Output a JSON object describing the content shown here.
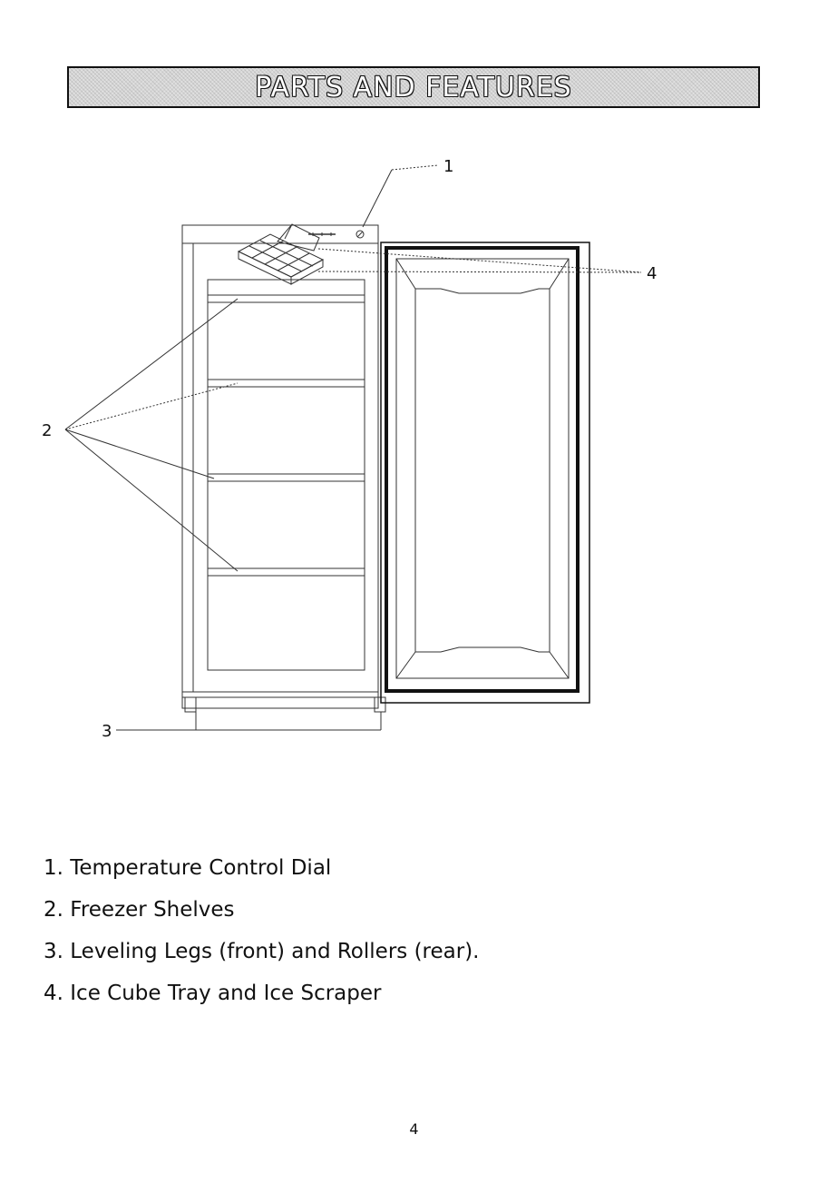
{
  "header": {
    "title": "PARTS AND FEATURES"
  },
  "diagram": {
    "callouts": [
      "1",
      "2",
      "3",
      "4"
    ]
  },
  "parts": [
    {
      "number": "1.",
      "label": "Temperature Control Dial"
    },
    {
      "number": "2.",
      "label": "Freezer Shelves"
    },
    {
      "number": "3.",
      "label": "Leveling Legs (front) and Rollers (rear)."
    },
    {
      "number": "4.",
      "label": "Ice Cube Tray and Ice Scraper"
    }
  ],
  "footer": {
    "page_number": "4"
  }
}
